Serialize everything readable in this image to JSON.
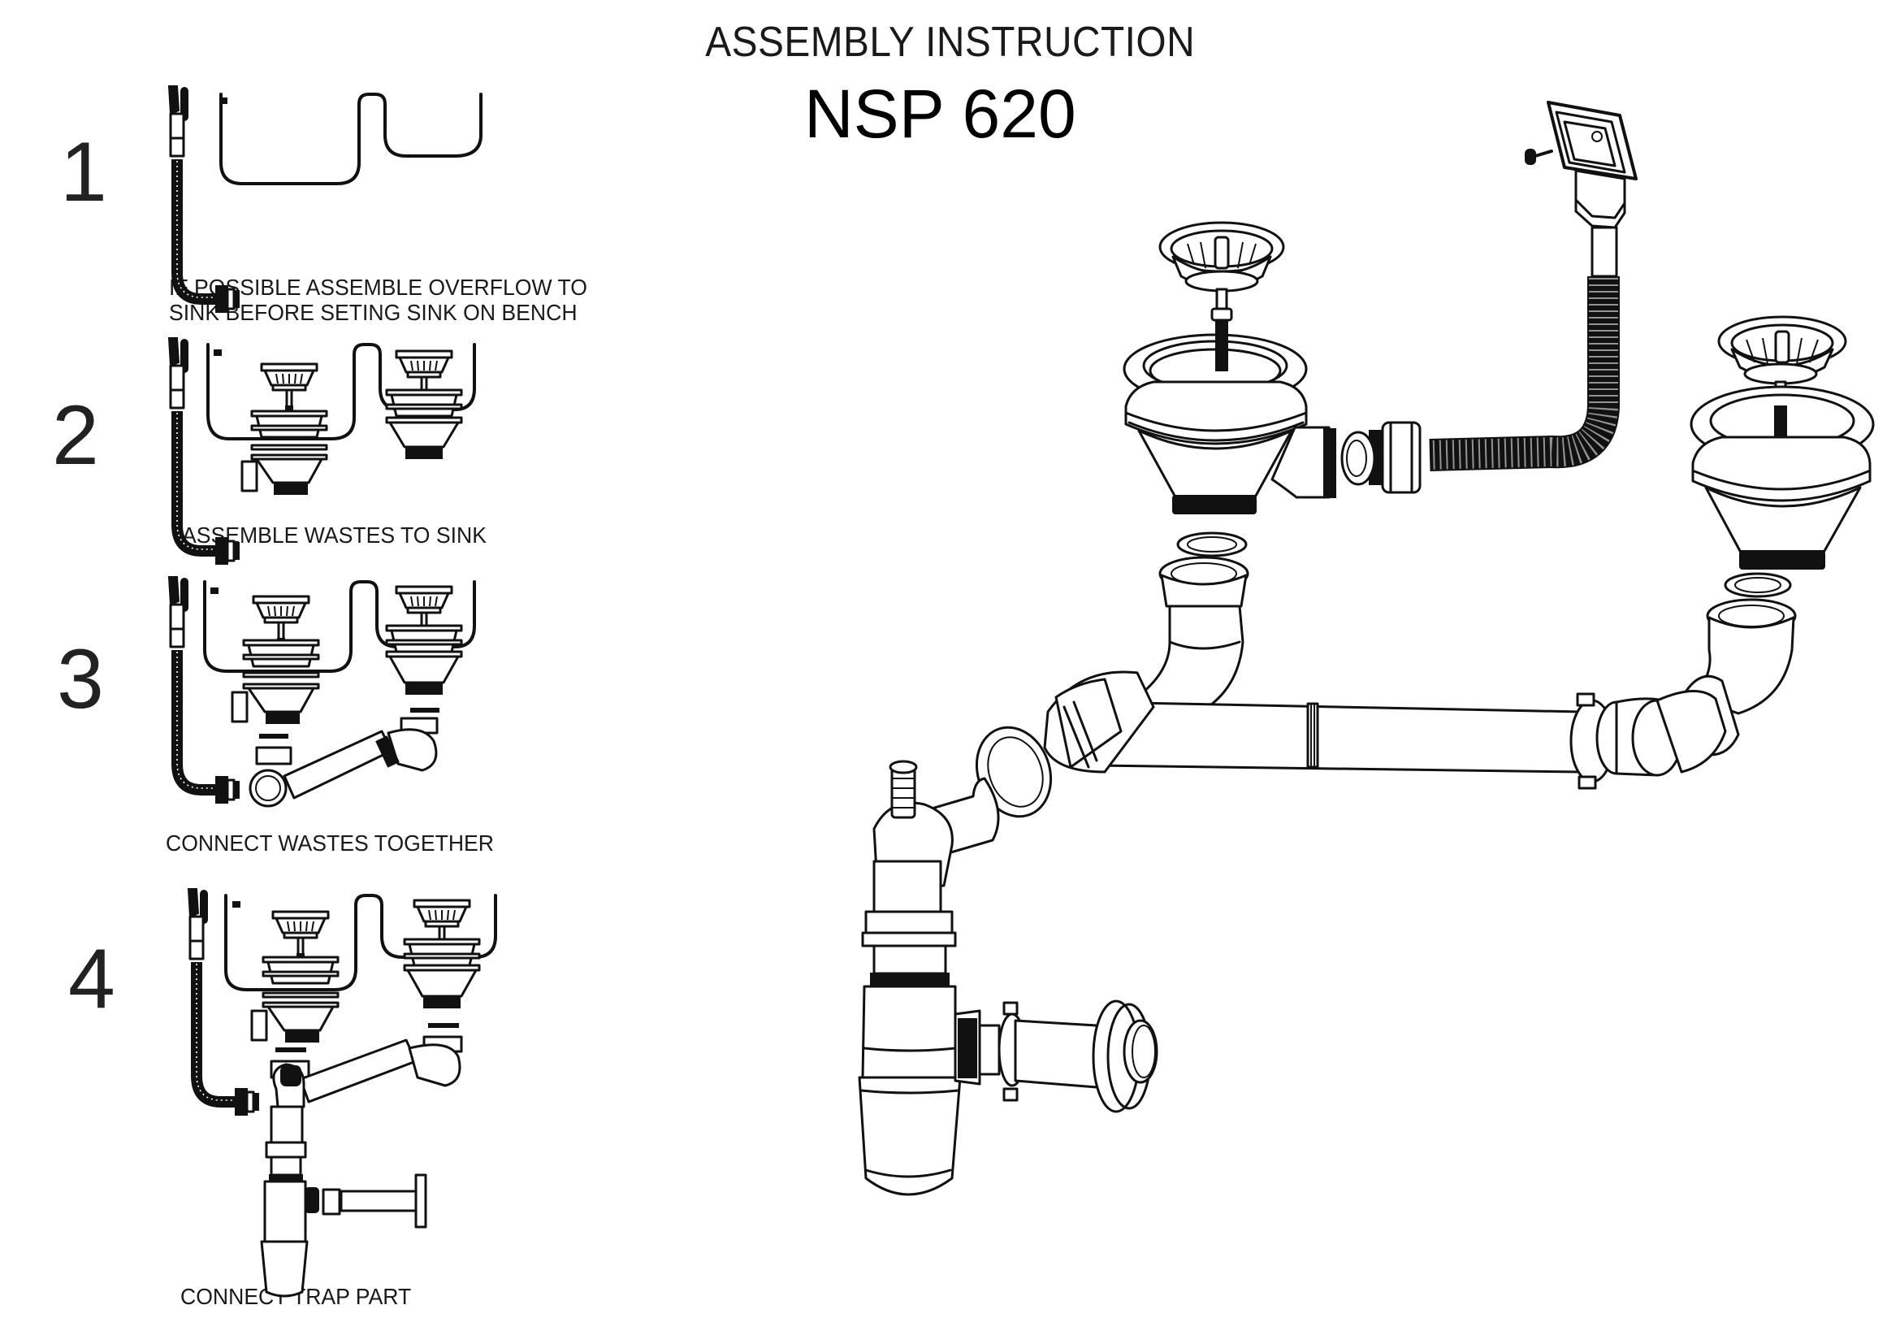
{
  "document": {
    "title": "ASSEMBLY INSTRUCTION",
    "model": "NSP 620"
  },
  "steps": [
    {
      "number": "1",
      "caption_lines": [
        "IF POSSIBLE ASSEMBLE OVERFLOW TO",
        "SINK BEFORE SETING SINK ON BENCH"
      ],
      "illustration": "overflow-hose-and-double-sink-outline"
    },
    {
      "number": "2",
      "caption_lines": [
        "ASSEMBLE WASTES TO SINK"
      ],
      "illustration": "basket-wastes-installed-in-sink"
    },
    {
      "number": "3",
      "caption_lines": [
        "CONNECT WASTES TOGETHER"
      ],
      "illustration": "connecting-pipe-between-wastes"
    },
    {
      "number": "4",
      "caption_lines": [
        "CONNECT TRAP PART"
      ],
      "illustration": "bottle-trap-with-outlet-pipe"
    }
  ],
  "main_illustration": {
    "description": "Exploded assembly of double-bowl sink waste with overflow, connecting pipe and bottle trap",
    "parts": [
      "overflow-outlet-with-screw",
      "corrugated-overflow-hose",
      "left-basket-strainer",
      "left-waste-body",
      "right-basket-strainer",
      "right-waste-body",
      "sealing-washers",
      "left-elbow",
      "right-elbow",
      "horizontal-connecting-pipe",
      "tee-junction-with-hose-spigot",
      "bottle-trap",
      "trap-outlet-pipe-with-flange"
    ]
  }
}
